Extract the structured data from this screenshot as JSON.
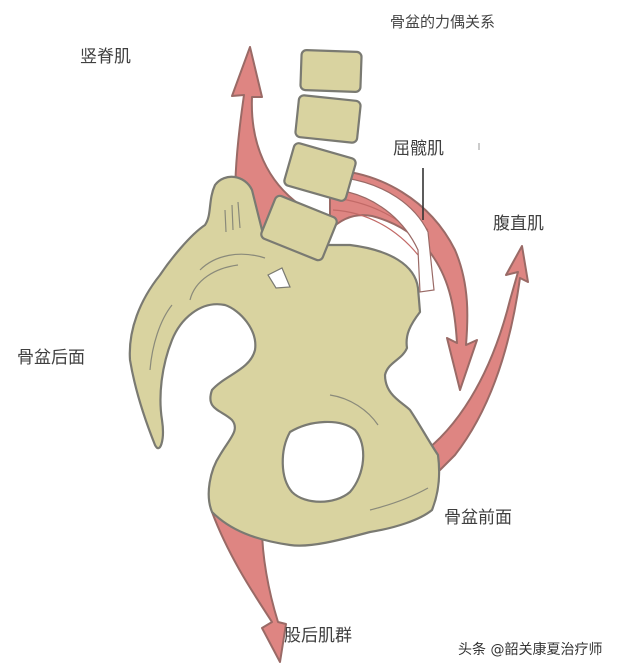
{
  "title": "骨盆的力偶关系",
  "labels": {
    "erector_spinae": "竖脊肌",
    "iliopsoas": "屈髋肌",
    "rectus_abdominis": "腹直肌",
    "pelvis_posterior": "骨盆后面",
    "pelvis_anterior": "骨盆前面",
    "hamstrings": "股后肌群"
  },
  "watermark": "头条 @韶关康夏治疗师",
  "colors": {
    "bone_fill": "#d9d3a0",
    "bone_outline": "#7a7a72",
    "muscle_fill": "#de8582",
    "muscle_outline": "#9a6a66",
    "muscle_fiber": "#c26a67",
    "text": "#3f3f3f",
    "background": "#ffffff"
  },
  "icons": {
    "erector_spinae_arrow": "arrow-up-icon",
    "iliopsoas_arrow": "arrow-down-icon",
    "rectus_abdominis_arrow": "arrow-up-icon",
    "hamstrings_arrow": "arrow-down-icon"
  }
}
